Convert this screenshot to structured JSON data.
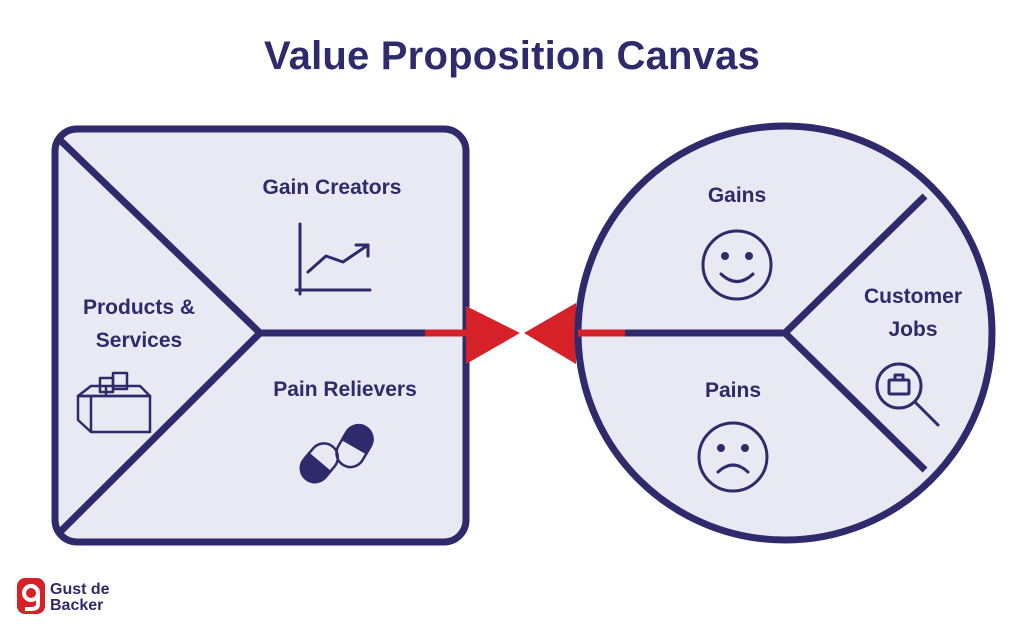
{
  "title": "Value Proposition Canvas",
  "value_map": {
    "gain_creators": "Gain Creators",
    "products_services_line1": "Products &",
    "products_services_line2": "Services",
    "pain_relievers": "Pain Relievers"
  },
  "customer_profile": {
    "gains": "Gains",
    "customer_jobs_line1": "Customer",
    "customer_jobs_line2": "Jobs",
    "pains": "Pains"
  },
  "brand": {
    "logo_letter": "g",
    "name_line1": "Gust de",
    "name_line2": "Backer"
  },
  "colors": {
    "navy": "#2f2a6b",
    "fill": "#e9e9f3",
    "red": "#d62129"
  },
  "icons": [
    "chart-icon",
    "box-icon",
    "pills-icon",
    "smiley-icon",
    "frown-icon",
    "briefcase-search-icon"
  ]
}
